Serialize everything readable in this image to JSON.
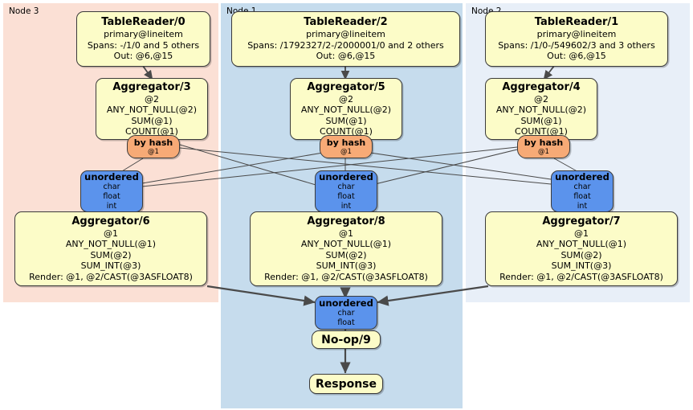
{
  "diagram": {
    "type": "distributed-query-plan",
    "panels": [
      {
        "id": "node3",
        "label": "Node 3",
        "color": "#fbe0d5"
      },
      {
        "id": "node1",
        "label": "Node 1",
        "color": "#c6dced"
      },
      {
        "id": "node2",
        "label": "Node 2",
        "color": "#e8eff8"
      }
    ],
    "nodes": {
      "tablereader0": {
        "title": "TableReader/0",
        "lines": [
          "primary@lineitem",
          "Spans: -/1/0 and 5 others",
          "Out: @6,@15"
        ]
      },
      "tablereader2": {
        "title": "TableReader/2",
        "lines": [
          "primary@lineitem",
          "Spans: /1792327/2-/2000001/0 and 2 others",
          "Out: @6,@15"
        ]
      },
      "tablereader1": {
        "title": "TableReader/1",
        "lines": [
          "primary@lineitem",
          "Spans: /1/0-/549602/3 and 3 others",
          "Out: @6,@15"
        ]
      },
      "aggregator3": {
        "title": "Aggregator/3",
        "lines": [
          "@2",
          "ANY_NOT_NULL(@2)",
          "SUM(@1)",
          "COUNT(@1)"
        ]
      },
      "aggregator5": {
        "title": "Aggregator/5",
        "lines": [
          "@2",
          "ANY_NOT_NULL(@2)",
          "SUM(@1)",
          "COUNT(@1)"
        ]
      },
      "aggregator4": {
        "title": "Aggregator/4",
        "lines": [
          "@2",
          "ANY_NOT_NULL(@2)",
          "SUM(@1)",
          "COUNT(@1)"
        ]
      },
      "byhash_left": {
        "title": "by hash",
        "lines": [
          "@1"
        ]
      },
      "byhash_center": {
        "title": "by hash",
        "lines": [
          "@1"
        ]
      },
      "byhash_right": {
        "title": "by hash",
        "lines": [
          "@1"
        ]
      },
      "unordered_left": {
        "title": "unordered",
        "lines": [
          "char",
          "float",
          "int"
        ]
      },
      "unordered_center": {
        "title": "unordered",
        "lines": [
          "char",
          "float",
          "int"
        ]
      },
      "unordered_right": {
        "title": "unordered",
        "lines": [
          "char",
          "float",
          "int"
        ]
      },
      "aggregator6": {
        "title": "Aggregator/6",
        "lines": [
          "@1",
          "ANY_NOT_NULL(@1)",
          "SUM(@2)",
          "SUM_INT(@3)",
          "Render: @1, @2/CAST(@3ASFLOAT8)"
        ]
      },
      "aggregator8": {
        "title": "Aggregator/8",
        "lines": [
          "@1",
          "ANY_NOT_NULL(@1)",
          "SUM(@2)",
          "SUM_INT(@3)",
          "Render: @1, @2/CAST(@3ASFLOAT8)"
        ]
      },
      "aggregator7": {
        "title": "Aggregator/7",
        "lines": [
          "@1",
          "ANY_NOT_NULL(@1)",
          "SUM(@2)",
          "SUM_INT(@3)",
          "Render: @1, @2/CAST(@3ASFLOAT8)"
        ]
      },
      "unordered_final": {
        "title": "unordered",
        "lines": [
          "char",
          "float"
        ]
      },
      "noop9": {
        "title": "No-op/9",
        "lines": []
      },
      "response": {
        "title": "Response",
        "lines": []
      }
    },
    "colors": {
      "processor_fill": "#fcfcc8",
      "router_fill": "#f7aa76",
      "synchronizer_fill": "#5b93ec",
      "edge_stroke": "#4a4a4a",
      "border": "#3b3b3b"
    }
  }
}
